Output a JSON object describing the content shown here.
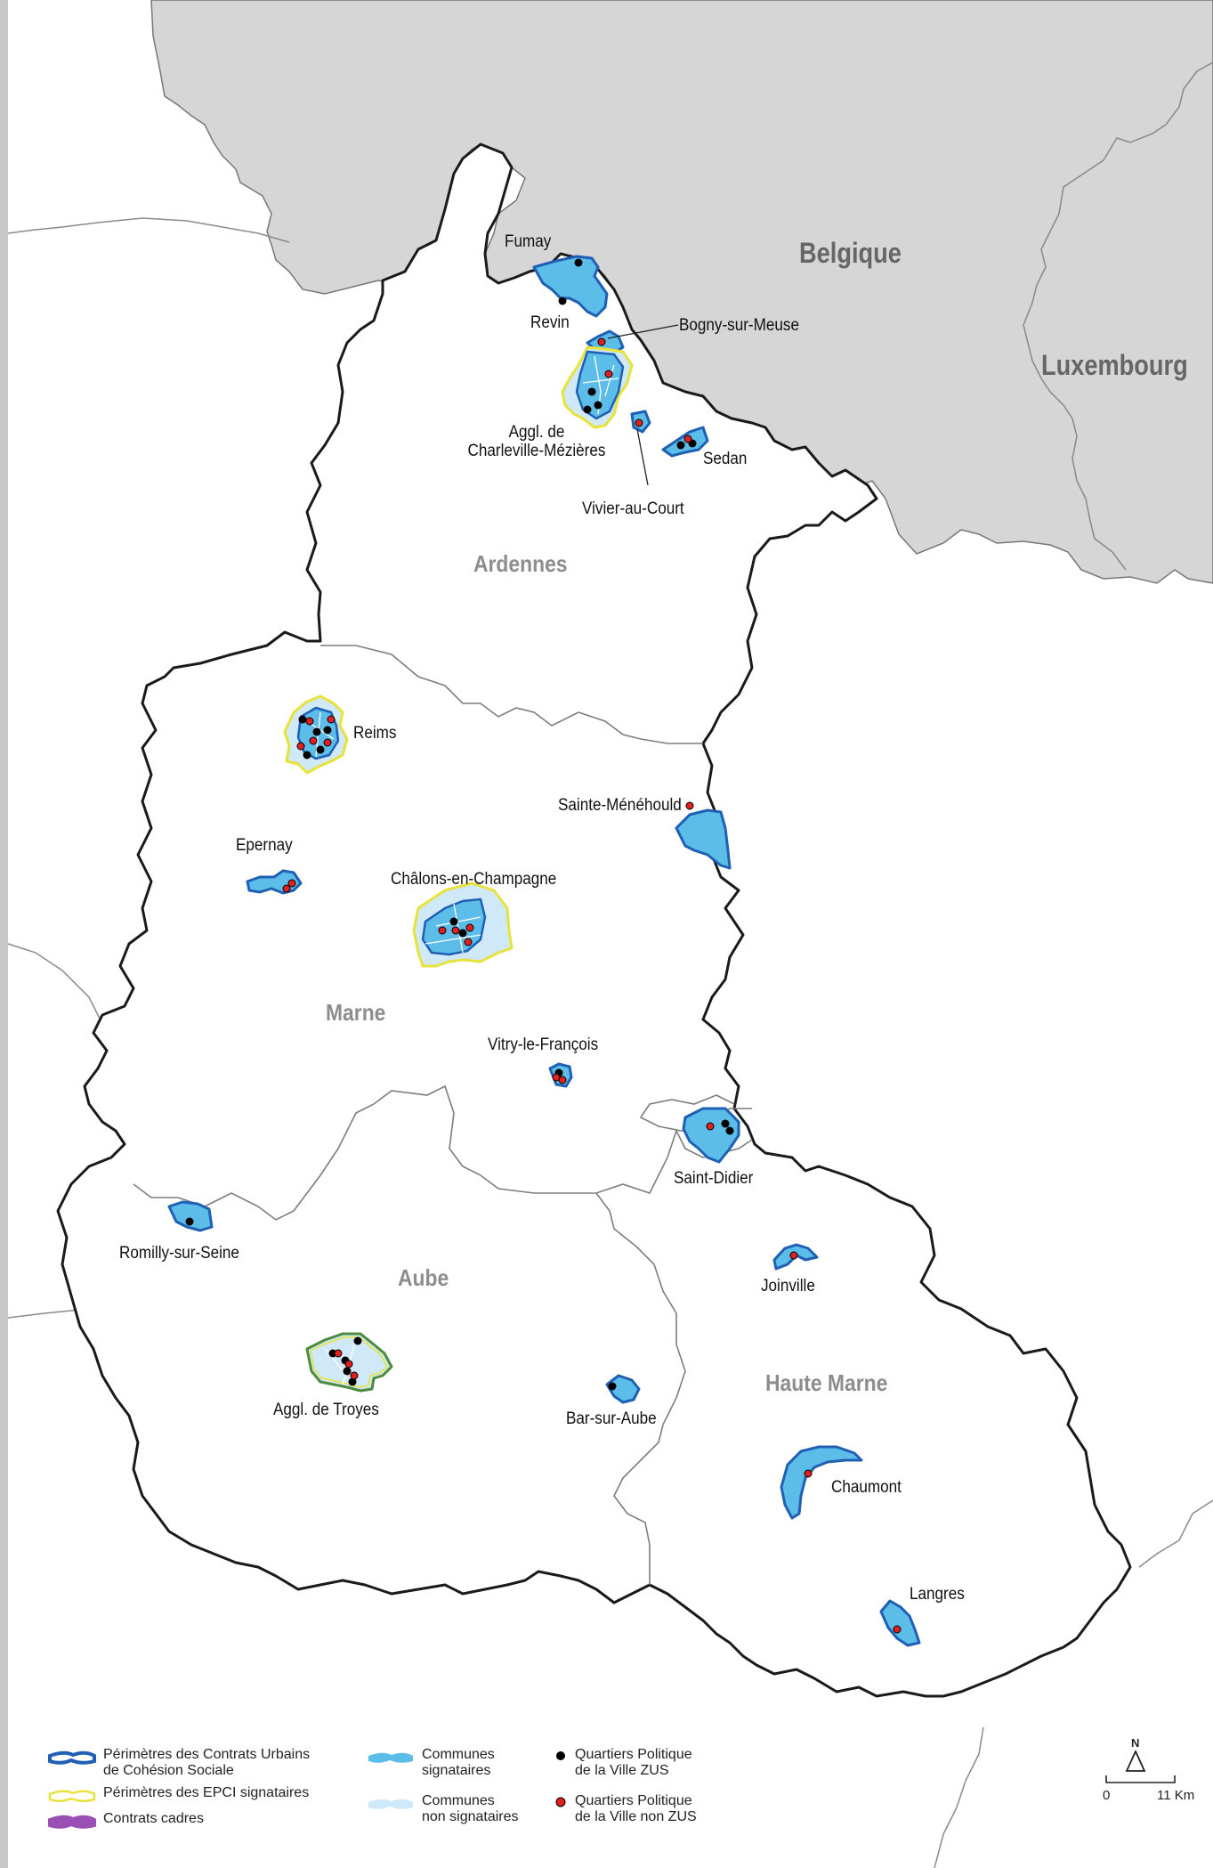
{
  "countries": [
    "Belgique",
    "Luxembourg"
  ],
  "departments": [
    "Ardennes",
    "Marne",
    "Aube",
    "Haute Marne"
  ],
  "places": [
    "Fumay",
    "Revin",
    "Bogny-sur-Meuse",
    "Aggl. de\nCharleville-Mézières",
    "Sedan",
    "Vivier-au-Court",
    "Reims",
    "Sainte-Ménéhould",
    "Epernay",
    "Châlons-en-Champagne",
    "Vitry-le-François",
    "Saint-Didier",
    "Romilly-sur-Seine",
    "Joinville",
    "Aggl. de Troyes",
    "Bar-sur-Aube",
    "Chaumont",
    "Langres"
  ],
  "legend": {
    "cucs": "Périmètres des Contrats Urbains\nde Cohésion Sociale",
    "epci": "Périmètres des EPCI signataires",
    "cadres": "Contrats cadres",
    "signataires": "Communes\nsignataires",
    "non_signataires": "Communes\nnon signataires",
    "zus": "Quartiers Politique\nde la Ville ZUS",
    "non_zus": "Quartiers Politique\nde la Ville non ZUS"
  },
  "scale": {
    "north": "N",
    "zero": "0",
    "distance": "11 Km"
  },
  "colors": {
    "foreign": "#d6d6d6",
    "cucs": "#1f5fb4",
    "epci": "#e8e23c",
    "cadres": "#9a4fb5",
    "signataires": "#5bbde8",
    "non_signataires": "#cfe9f8",
    "zus": "#000000",
    "non_zus": "#e02020"
  }
}
